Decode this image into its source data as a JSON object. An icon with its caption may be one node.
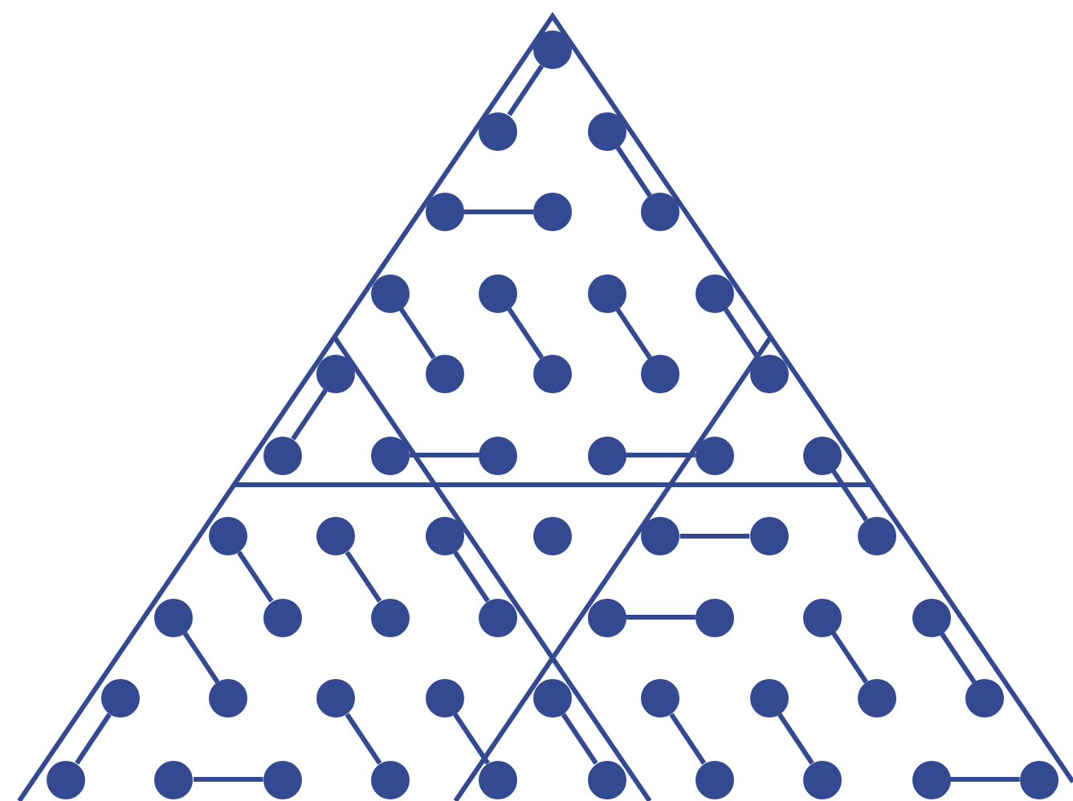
{
  "diagram": {
    "nodes": [
      {
        "text": [],
        "shape": "circle"
      },
      {
        "text": [],
        "shape": "circle"
      },
      {
        "text": [],
        "shape": "circle"
      },
      {
        "text": [],
        "shape": "circle"
      },
      {
        "text": [],
        "shape": "circle"
      },
      {
        "text": [],
        "shape": "circle"
      },
      {
        "text": [],
        "shape": "circle"
      },
      {
        "text": [],
        "shape": "circle"
      },
      {
        "text": [],
        "shape": "circle"
      },
      {
        "text": [],
        "shape": "circle"
      },
      {
        "text": [],
        "shape": "circle"
      },
      {
        "text": [],
        "shape": "circle"
      },
      {
        "text": [],
        "shape": "circle"
      },
      {
        "text": [],
        "shape": "circle"
      },
      {
        "text": [],
        "shape": "circle"
      },
      {
        "text": [],
        "shape": "circle"
      },
      {
        "text": [],
        "shape": "circle"
      },
      {
        "text": [],
        "shape": "circle"
      },
      {
        "text": [],
        "shape": "circle"
      },
      {
        "text": [],
        "shape": "circle"
      },
      {
        "text": [],
        "shape": "circle"
      },
      {
        "text": [],
        "shape": "circle"
      },
      {
        "text": [],
        "shape": "circle"
      },
      {
        "text": [],
        "shape": "circle"
      },
      {
        "text": [],
        "shape": "circle"
      },
      {
        "text": [],
        "shape": "circle"
      },
      {
        "text": [],
        "shape": "circle"
      },
      {
        "text": [],
        "shape": "circle"
      },
      {
        "text": [],
        "shape": "circle"
      },
      {
        "text": [],
        "shape": "circle"
      },
      {
        "text": [],
        "shape": "circle"
      },
      {
        "text": [],
        "shape": "circle"
      },
      {
        "text": [],
        "shape": "circle"
      },
      {
        "text": [],
        "shape": "circle"
      },
      {
        "text": [],
        "shape": "circle"
      },
      {
        "text": [],
        "shape": "circle"
      },
      {
        "text": [],
        "shape": "circle"
      },
      {
        "text": [],
        "shape": "circle"
      },
      {
        "text": [],
        "shape": "circle"
      },
      {
        "text": [],
        "shape": "circle"
      },
      {
        "text": [],
        "shape": "circle"
      },
      {
        "text": [],
        "shape": "circle"
      },
      {
        "text": [],
        "shape": "circle"
      },
      {
        "text": [],
        "shape": "circle"
      },
      {
        "text": [],
        "shape": "circle"
      },
      {
        "text": [],
        "shape": "circle"
      },
      {
        "text": [],
        "shape": "circle"
      },
      {
        "text": [],
        "shape": "circle"
      },
      {
        "text": [],
        "shape": "circle"
      },
      {
        "text": [],
        "shape": "circle"
      },
      {
        "text": [],
        "shape": "circle"
      },
      {
        "text": [],
        "shape": "circle"
      },
      {
        "text": [],
        "shape": "circle"
      },
      {
        "text": [],
        "shape": "circle"
      },
      {
        "text": [],
        "shape": "circle"
      }
    ],
    "edges": [
      {
        "from": 0,
        "to": 1,
        "arrow": "none"
      },
      {
        "from": 2,
        "to": 5,
        "arrow": "none"
      },
      {
        "from": 3,
        "to": 4,
        "arrow": "none"
      },
      {
        "from": 6,
        "to": 11,
        "arrow": "none"
      },
      {
        "from": 7,
        "to": 12,
        "arrow": "none"
      },
      {
        "from": 8,
        "to": 13,
        "arrow": "none"
      },
      {
        "from": 9,
        "to": 14,
        "arrow": "none"
      },
      {
        "from": 10,
        "to": 15,
        "arrow": "none"
      },
      {
        "from": 16,
        "to": 17,
        "arrow": "none"
      },
      {
        "from": 18,
        "to": 19,
        "arrow": "none"
      },
      {
        "from": 20,
        "to": 27,
        "arrow": "none"
      },
      {
        "from": 21,
        "to": 29,
        "arrow": "none"
      },
      {
        "from": 22,
        "to": 30,
        "arrow": "none"
      },
      {
        "from": 23,
        "to": 31,
        "arrow": "none"
      },
      {
        "from": 25,
        "to": 26,
        "arrow": "none"
      },
      {
        "from": 32,
        "to": 33,
        "arrow": "none"
      },
      {
        "from": 28,
        "to": 37,
        "arrow": "none"
      },
      {
        "from": 34,
        "to": 43,
        "arrow": "none"
      },
      {
        "from": 35,
        "to": 44,
        "arrow": "none"
      },
      {
        "from": 36,
        "to": 45,
        "arrow": "none"
      },
      {
        "from": 38,
        "to": 48,
        "arrow": "none"
      },
      {
        "from": 39,
        "to": 49,
        "arrow": "none"
      },
      {
        "from": 40,
        "to": 50,
        "arrow": "none"
      },
      {
        "from": 41,
        "to": 51,
        "arrow": "none"
      },
      {
        "from": 42,
        "to": 52,
        "arrow": "none"
      },
      {
        "from": 46,
        "to": 47,
        "arrow": "none"
      },
      {
        "from": 53,
        "to": 54,
        "arrow": "none"
      }
    ]
  }
}
